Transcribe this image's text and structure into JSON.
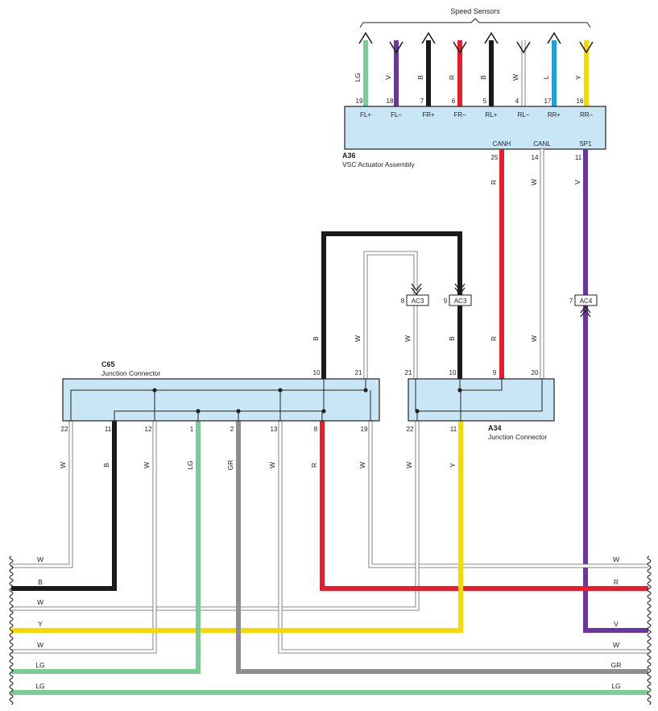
{
  "title": "Speed Sensors",
  "colors": {
    "LG": "#7ccc96",
    "V": "#6a35a0",
    "B": "#1a1a1a",
    "R": "#ea1c2c",
    "W": "#ffffff",
    "L": "#14a4e4",
    "Y": "#f7d800",
    "GR": "#8e8e92",
    "connector_fill": "#c9e6f6"
  },
  "a36": {
    "name": "A36",
    "desc": "VSC Actuator Assembly",
    "top_pins": [
      {
        "num": "19",
        "term": "FL+",
        "wire": "LG"
      },
      {
        "num": "18",
        "term": "FL–",
        "wire": "V"
      },
      {
        "num": "7",
        "term": "FR+",
        "wire": "B"
      },
      {
        "num": "6",
        "term": "FR–",
        "wire": "R"
      },
      {
        "num": "5",
        "term": "RL+",
        "wire": "B"
      },
      {
        "num": "4",
        "term": "RL–",
        "wire": "W"
      },
      {
        "num": "17",
        "term": "RR+",
        "wire": "L"
      },
      {
        "num": "16",
        "term": "RR–",
        "wire": "Y"
      }
    ],
    "bottom_pins": [
      {
        "num": "25",
        "term": "CANH",
        "wire": "R"
      },
      {
        "num": "14",
        "term": "CANL",
        "wire": "W"
      },
      {
        "num": "11",
        "term": "SP1",
        "wire": "V"
      }
    ]
  },
  "c65": {
    "name": "C65",
    "desc": "Junction Connector",
    "top_pins": [
      {
        "num": "10",
        "wire": "B"
      },
      {
        "num": "21",
        "wire": "W"
      }
    ],
    "bottom_pins": [
      {
        "num": "22",
        "wire": "W"
      },
      {
        "num": "11",
        "wire": "B"
      },
      {
        "num": "12",
        "wire": "W"
      },
      {
        "num": "1",
        "wire": "LG"
      },
      {
        "num": "2",
        "wire": "GR"
      },
      {
        "num": "13",
        "wire": "W"
      },
      {
        "num": "8",
        "wire": "R"
      },
      {
        "num": "19",
        "wire": "W"
      }
    ]
  },
  "a34": {
    "name": "A34",
    "desc": "Junction Connector",
    "top_pins": [
      {
        "num": "21",
        "wire": "W"
      },
      {
        "num": "10",
        "wire": "B"
      },
      {
        "num": "9",
        "wire": "R"
      },
      {
        "num": "20",
        "wire": "W"
      }
    ],
    "bottom_pins": [
      {
        "num": "22",
        "wire": "W"
      },
      {
        "num": "11",
        "wire": "Y"
      }
    ]
  },
  "inline_connectors": [
    {
      "name": "AC3",
      "pin": "8"
    },
    {
      "name": "AC3",
      "pin": "9"
    },
    {
      "name": "AC4",
      "pin": "7"
    }
  ],
  "bus_lines": [
    {
      "left": "W",
      "right": "W"
    },
    {
      "left": "B",
      "right": "R"
    },
    {
      "left": "W",
      "right": ""
    },
    {
      "left": "Y",
      "right": "V"
    },
    {
      "left": "W",
      "right": "W"
    },
    {
      "left": "LG",
      "right": "GR"
    },
    {
      "left": "LG",
      "right": "LG"
    }
  ]
}
